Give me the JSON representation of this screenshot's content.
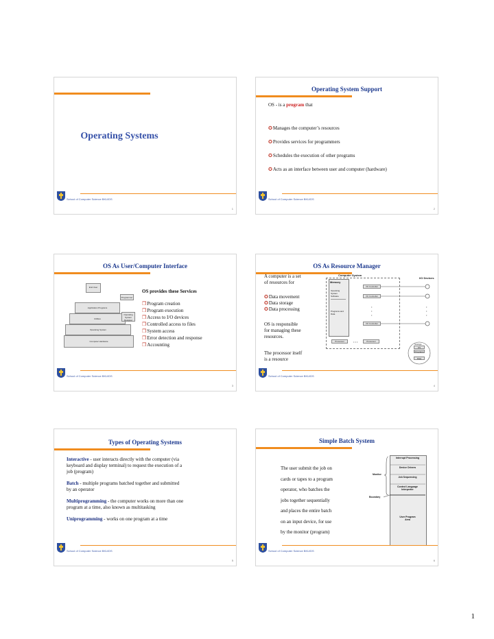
{
  "slides": {
    "s1": {
      "title": "Operating Systems",
      "footer": "School of Computer Science BKU/DS",
      "page": "1"
    },
    "s2": {
      "title": "Operating System Support",
      "intro_pre": "OS - is a ",
      "intro_em": "program",
      "intro_post": " that",
      "bullets": [
        "Manages the computer’s resources",
        "Provides services for programmers",
        "Schedules the execution of other programs",
        "Acts as an interface between user and computer (hardware)"
      ],
      "footer": "School of Computer Science BKU/DS",
      "page": "2"
    },
    "s3": {
      "title": "OS As User/Computer Interface",
      "heading": "OS provides these Services",
      "items": [
        "Program creation",
        "Program execution",
        "Access to I/O devices",
        "Controlled access to files",
        "System access",
        "Error detection and response",
        "Accounting"
      ],
      "diagram": {
        "end_user": "End User",
        "programmer": "Programmer",
        "os_designer": "Operating System Designer",
        "app_programs": "Application Programs",
        "utilities": "Utilities",
        "operating_system": "Operating System",
        "hardware": "Computer Hardware"
      },
      "footer": "School of Computer Science BKU/DS",
      "page": "3"
    },
    "s4": {
      "title": "OS As Resource Manager",
      "p1": [
        "A computer is a set",
        "of resources for"
      ],
      "bullets": [
        "Data movement",
        "Data storage",
        "Data processing"
      ],
      "p2": [
        "OS is responsible",
        "for managing these",
        "resources."
      ],
      "p3": [
        "The processor itself",
        "is a resource"
      ],
      "diagram": {
        "computer_system": "Computer System",
        "io_devices": "I/O Devices",
        "memory": "Memory",
        "os_software": "Operating System Software",
        "programs_data": "Programs and Data",
        "io_controller": "I/O Controller",
        "processor": "Processor",
        "storage": "Storage",
        "os": "OS",
        "programs": "Programs",
        "data": "Data"
      },
      "footer": "School of Computer Science BKU/DS",
      "page": "4"
    },
    "s5": {
      "title": "Types of Operating Systems",
      "paras": [
        {
          "term": "Interactive",
          "lines": [
            " - user interacts directly with the computer (via",
            "keyboard and display terminal) to request the execution of a",
            "job (program)"
          ]
        },
        {
          "term": "Batch",
          "lines": [
            " - multiple programs batched together and submitted",
            "by an operator"
          ]
        },
        {
          "term": "Multiprogramming",
          "lines": [
            " - the computer works on more than one",
            "program at a time, also known as multitasking"
          ]
        },
        {
          "term": "Uniprogramming",
          "lines": [
            " - works on one program at a time"
          ]
        }
      ],
      "footer": "School of Computer Science BKU/DS",
      "page": "5"
    },
    "s6": {
      "title": "Simple Batch System",
      "lines": [
        "The user submit the job on",
        "cards or tapes to a program",
        "operator, who batches the",
        "jobs together sequentially",
        "and places the entire batch",
        "on an input device, for use",
        "by the monitor (program)"
      ],
      "diagram": {
        "interrupt": "Interrupt Processing",
        "device": "Device Drivers",
        "job": "Job Sequencing",
        "control": "Control Language Interpreter",
        "user": "User Program Area",
        "monitor": "Monitor",
        "boundary": "Boundary"
      },
      "footer": "School of Computer Science BKU/DS",
      "page": "6"
    }
  },
  "page_number": "1"
}
